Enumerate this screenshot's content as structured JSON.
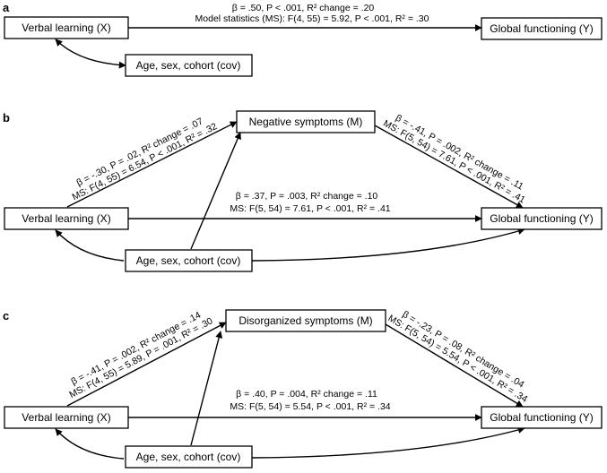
{
  "panels": [
    {
      "letter": "a",
      "boxes": {
        "x": "Verbal learning (X)",
        "y": "Global functioning (Y)",
        "cov": "Age, sex, cohort (cov)"
      },
      "direct_line1": "β = .50, P < .001, R² change = .20",
      "direct_line2": "Model statistics (MS): F(4, 55) = 5.92, P < .001, R² = .30"
    },
    {
      "letter": "b",
      "boxes": {
        "x": "Verbal learning (X)",
        "y": "Global functioning (Y)",
        "cov": "Age, sex, cohort (cov)",
        "m": "Negative symptoms (M)"
      },
      "a_line1": "β = -.30, P = .02, R² change = .07",
      "a_line2": "MS: F(4, 55) = 6.54, P < .001, R² = .32",
      "b_line1": "β = -.41, P = .002, R² change = .11",
      "b_line2": "MS: F(5, 54) = 7.61, P < .001, R² = .41",
      "direct_line1": "β = .37, P = .003, R² change = .10",
      "direct_line2": "MS: F(5, 54) = 7.61, P < .001, R² = .41"
    },
    {
      "letter": "c",
      "boxes": {
        "x": "Verbal learning (X)",
        "y": "Global functioning (Y)",
        "cov": "Age, sex, cohort (cov)",
        "m": "Disorganized symptoms (M)"
      },
      "a_line1": "β = -.41, P = .002, R² change = .14",
      "a_line2": "MS: F(4, 55) = 5.89, P = .001, R² = .30",
      "b_line1": "β = -.23, P = .08, R² change = .04",
      "b_line2": "MS: F(5, 54) = 5.54, P < .001, R² = .34",
      "direct_line1": "β = .40, P = .004, R² change = .11",
      "direct_line2": "MS: F(5, 54) = 5.54, P < .001, R² = .34"
    }
  ]
}
